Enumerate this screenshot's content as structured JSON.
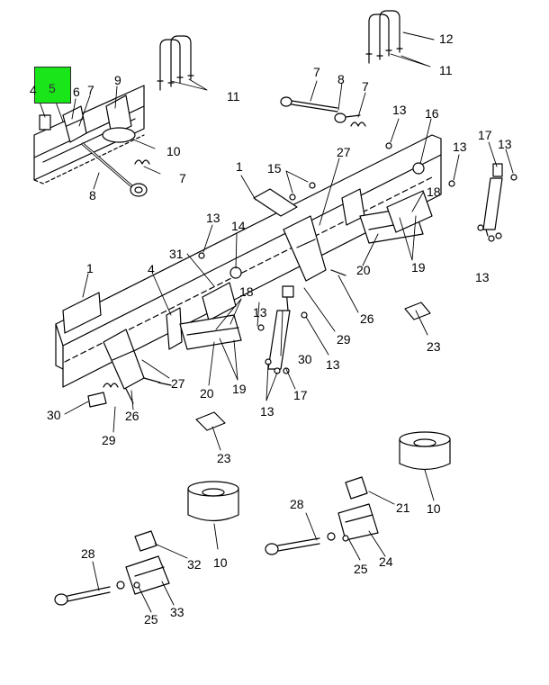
{
  "highlight": {
    "label": "5",
    "color": "#19e619"
  },
  "callouts": [
    {
      "id": "c4a",
      "text": "4"
    },
    {
      "id": "c6",
      "text": "6"
    },
    {
      "id": "c7a",
      "text": "7"
    },
    {
      "id": "c9",
      "text": "9"
    },
    {
      "id": "c10a",
      "text": "10"
    },
    {
      "id": "c7b",
      "text": "7"
    },
    {
      "id": "c8a",
      "text": "8"
    },
    {
      "id": "c11a",
      "text": "11"
    },
    {
      "id": "c12",
      "text": "12"
    },
    {
      "id": "c11b",
      "text": "11"
    },
    {
      "id": "c7c",
      "text": "7"
    },
    {
      "id": "c8b",
      "text": "8"
    },
    {
      "id": "c7d",
      "text": "7"
    },
    {
      "id": "c13a",
      "text": "13"
    },
    {
      "id": "c16",
      "text": "16"
    },
    {
      "id": "c17a",
      "text": "17"
    },
    {
      "id": "c13b",
      "text": "13"
    },
    {
      "id": "c13c",
      "text": "13"
    },
    {
      "id": "c1a",
      "text": "1"
    },
    {
      "id": "c15",
      "text": "15"
    },
    {
      "id": "c27a",
      "text": "27"
    },
    {
      "id": "c18a",
      "text": "18"
    },
    {
      "id": "c13d",
      "text": "13"
    },
    {
      "id": "c14",
      "text": "14"
    },
    {
      "id": "c19a",
      "text": "19"
    },
    {
      "id": "c20a",
      "text": "20"
    },
    {
      "id": "c13e",
      "text": "13"
    },
    {
      "id": "c31",
      "text": "31"
    },
    {
      "id": "c1b",
      "text": "1"
    },
    {
      "id": "c4b",
      "text": "4"
    },
    {
      "id": "c18b",
      "text": "18"
    },
    {
      "id": "c13f",
      "text": "13"
    },
    {
      "id": "c26a",
      "text": "26"
    },
    {
      "id": "c29a",
      "text": "29"
    },
    {
      "id": "c23a",
      "text": "23"
    },
    {
      "id": "c30a",
      "text": "30"
    },
    {
      "id": "c13g",
      "text": "13"
    },
    {
      "id": "c27b",
      "text": "27"
    },
    {
      "id": "c20b",
      "text": "20"
    },
    {
      "id": "c19b",
      "text": "19"
    },
    {
      "id": "c17b",
      "text": "17"
    },
    {
      "id": "c13h",
      "text": "13"
    },
    {
      "id": "c30b",
      "text": "30"
    },
    {
      "id": "c26b",
      "text": "26"
    },
    {
      "id": "c29b",
      "text": "29"
    },
    {
      "id": "c23b",
      "text": "23"
    },
    {
      "id": "c10b",
      "text": "10"
    },
    {
      "id": "c21",
      "text": "21"
    },
    {
      "id": "c28a",
      "text": "28"
    },
    {
      "id": "c25a",
      "text": "25"
    },
    {
      "id": "c24",
      "text": "24"
    },
    {
      "id": "c10c",
      "text": "10"
    },
    {
      "id": "c32",
      "text": "32"
    },
    {
      "id": "c28b",
      "text": "28"
    },
    {
      "id": "c25b",
      "text": "25"
    },
    {
      "id": "c33",
      "text": "33"
    }
  ]
}
